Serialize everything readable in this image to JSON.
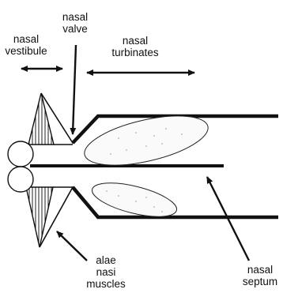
{
  "labels": {
    "nasal_valve": [
      "nasal",
      "valve"
    ],
    "nasal_vestibule": [
      "nasal",
      "vestibule"
    ],
    "nasal_turbinates": [
      "nasal",
      "turbinates"
    ],
    "alae_nasi_muscles": [
      "alae",
      "nasi",
      "muscles"
    ],
    "nasal_septum": [
      "nasal",
      "septum"
    ]
  }
}
